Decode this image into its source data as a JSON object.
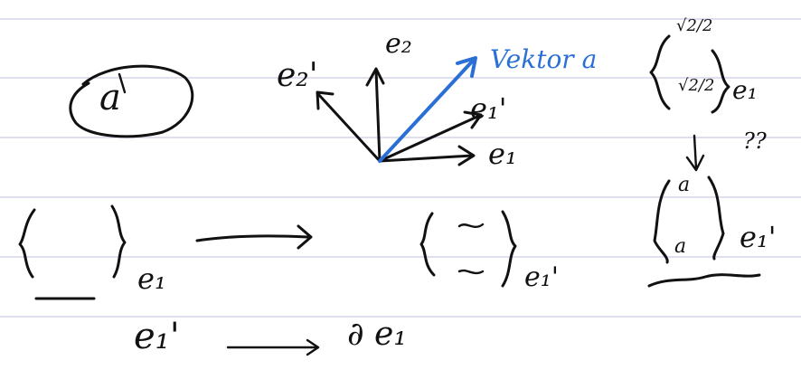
{
  "page": {
    "rule_color": "#c9cde6",
    "ink_color": "#111111",
    "accent_color": "#2a6fd6"
  },
  "notes": {
    "vector_a_circled": "a",
    "axis_e2": "e₂",
    "axis_e2_prime": "e₂'",
    "blue_vector_label": "Vektor a",
    "e1_prime": "e₁'",
    "e1": "e₁",
    "column_top": "√2/2",
    "column_bottom": "√2/2",
    "basis_right": "e₁",
    "question": "??",
    "column_a_top": "a",
    "column_a_bottom": "a",
    "basis_col2": "e₁'",
    "basis_left_bracket": "e₁",
    "basis_mid_bracket": "e₁'",
    "bottom_lhs": "e₁'",
    "bottom_rhs": "∂ e₁"
  }
}
